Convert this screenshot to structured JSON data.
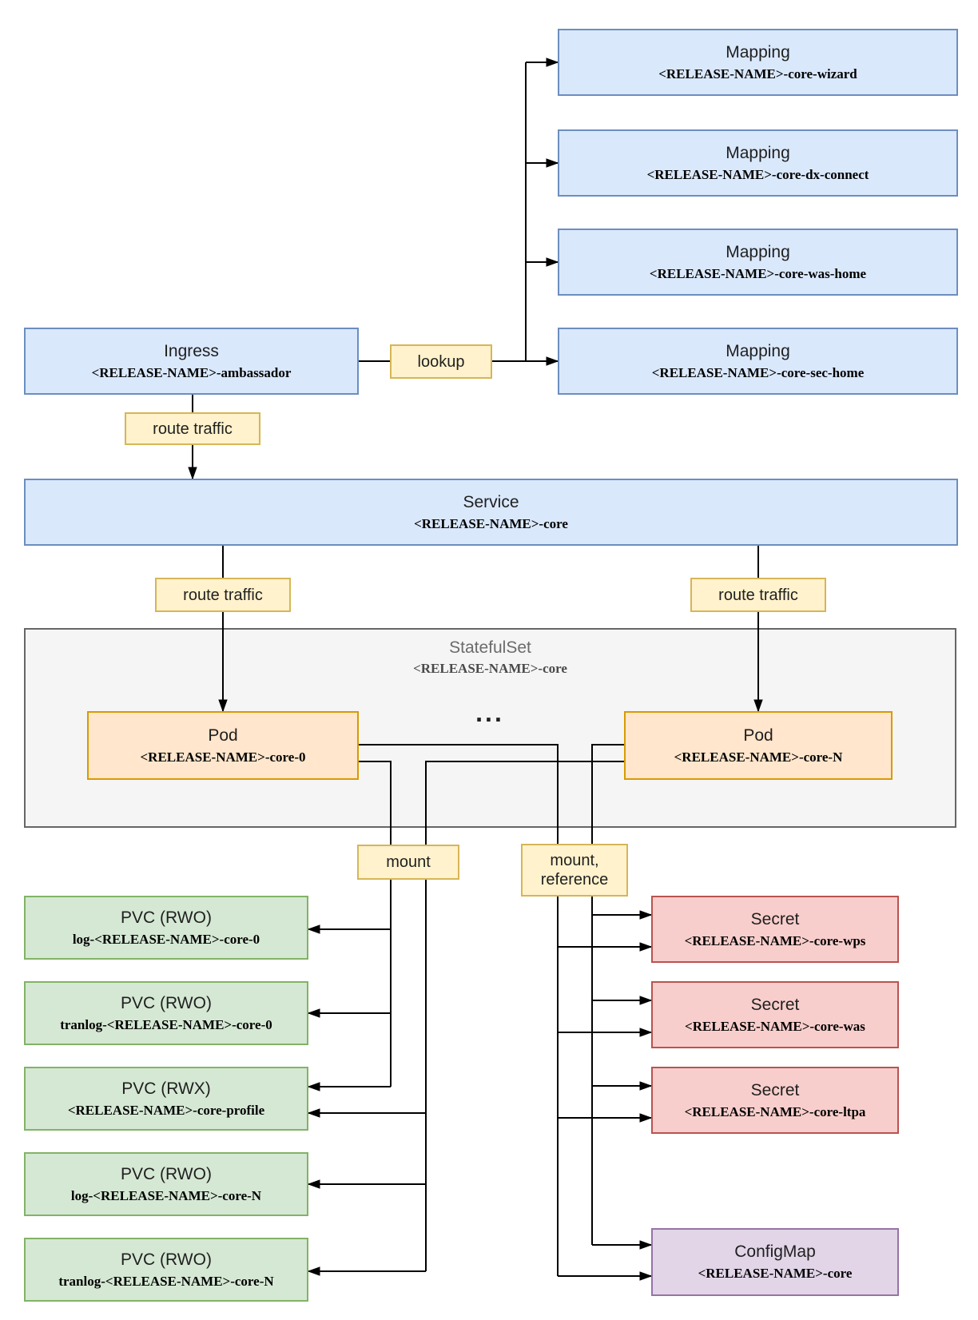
{
  "ellipsis": "...",
  "edge_labels": {
    "lookup": "lookup",
    "route_traffic_1": "route traffic",
    "route_traffic_2": "route traffic",
    "route_traffic_3": "route traffic",
    "mount": "mount",
    "mount_reference": "mount, reference"
  },
  "nodes": {
    "mapping_wizard": {
      "title": "Mapping",
      "subtitle": "<RELEASE-NAME>-core-wizard"
    },
    "mapping_dx_connect": {
      "title": "Mapping",
      "subtitle": "<RELEASE-NAME>-core-dx-connect"
    },
    "mapping_was_home": {
      "title": "Mapping",
      "subtitle": "<RELEASE-NAME>-core-was-home"
    },
    "mapping_sec_home": {
      "title": "Mapping",
      "subtitle": "<RELEASE-NAME>-core-sec-home"
    },
    "ingress": {
      "title": "Ingress",
      "subtitle": "<RELEASE-NAME>-ambassador"
    },
    "service": {
      "title": "Service",
      "subtitle": "<RELEASE-NAME>-core"
    },
    "statefulset": {
      "title": "StatefulSet",
      "subtitle": "<RELEASE-NAME>-core"
    },
    "pod_0": {
      "title": "Pod",
      "subtitle": "<RELEASE-NAME>-core-0"
    },
    "pod_n": {
      "title": "Pod",
      "subtitle": "<RELEASE-NAME>-core-N"
    },
    "pvc_log_0": {
      "title": "PVC (RWO)",
      "subtitle": "log-<RELEASE-NAME>-core-0"
    },
    "pvc_tranlog_0": {
      "title": "PVC (RWO)",
      "subtitle": "tranlog-<RELEASE-NAME>-core-0"
    },
    "pvc_profile": {
      "title": "PVC (RWX)",
      "subtitle": "<RELEASE-NAME>-core-profile"
    },
    "pvc_log_n": {
      "title": "PVC (RWO)",
      "subtitle": "log-<RELEASE-NAME>-core-N"
    },
    "pvc_tranlog_n": {
      "title": "PVC (RWO)",
      "subtitle": "tranlog-<RELEASE-NAME>-core-N"
    },
    "secret_wps": {
      "title": "Secret",
      "subtitle": "<RELEASE-NAME>-core-wps"
    },
    "secret_was": {
      "title": "Secret",
      "subtitle": "<RELEASE-NAME>-core-was"
    },
    "secret_ltpa": {
      "title": "Secret",
      "subtitle": "<RELEASE-NAME>-core-ltpa"
    },
    "configmap": {
      "title": "ConfigMap",
      "subtitle": "<RELEASE-NAME>-core"
    }
  },
  "palette": {
    "blue_fill": "#dae8fc",
    "blue_border": "#6c8ebf",
    "orange_fill": "#ffe6cc",
    "orange_border": "#d79b00",
    "yellow_fill": "#fff2cc",
    "yellow_border": "#d6b656",
    "green_fill": "#d5e8d4",
    "green_border": "#82b366",
    "red_fill": "#f8cecc",
    "red_border": "#b85450",
    "purple_fill": "#e1d5e7",
    "purple_border": "#9673a6",
    "gray_fill": "#f5f5f5",
    "gray_border": "#666666",
    "line": "#000000"
  }
}
